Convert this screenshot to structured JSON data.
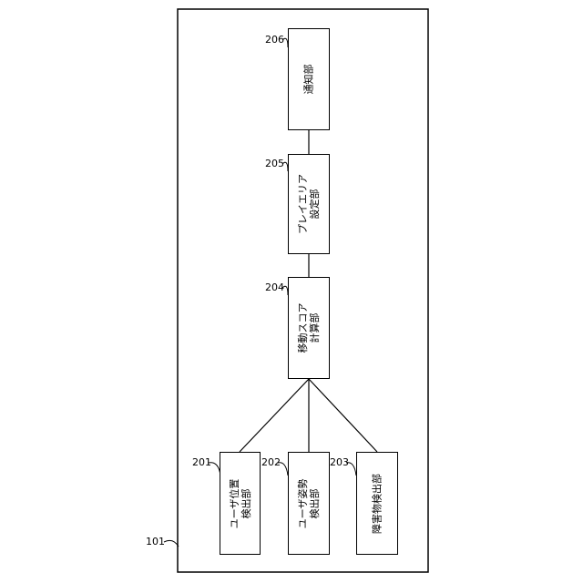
{
  "diagram": {
    "outer_label": "101",
    "blocks": [
      {
        "id": "206",
        "lines": [
          "通知部"
        ]
      },
      {
        "id": "205",
        "lines": [
          "プレイエリア",
          "設定部"
        ]
      },
      {
        "id": "204",
        "lines": [
          "移動スコア",
          "計算部"
        ]
      },
      {
        "id": "201",
        "lines": [
          "ユーザ位置",
          "検出部"
        ]
      },
      {
        "id": "202",
        "lines": [
          "ユーザ姿勢",
          "検出部"
        ]
      },
      {
        "id": "203",
        "lines": [
          "障害物検出部"
        ]
      }
    ]
  }
}
